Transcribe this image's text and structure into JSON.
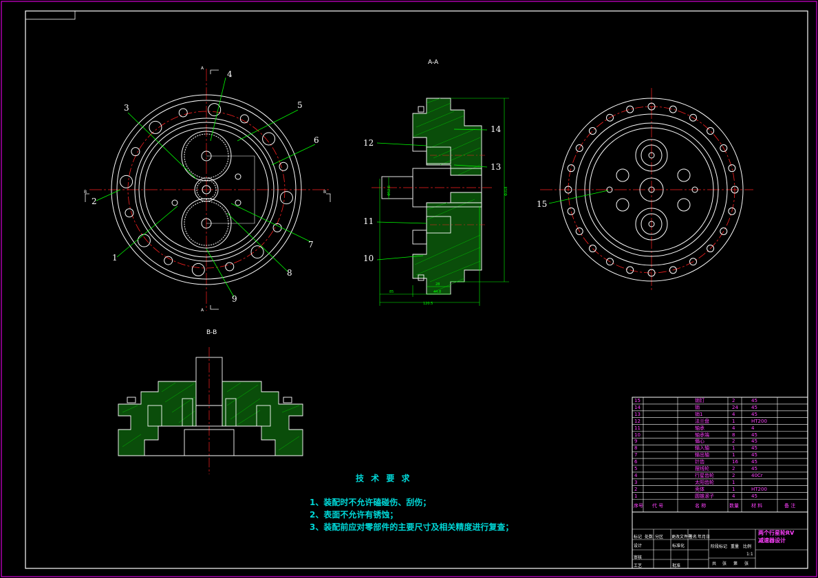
{
  "balloons": [
    "1",
    "2",
    "3",
    "4",
    "5",
    "6",
    "7",
    "8",
    "9",
    "10",
    "11",
    "12",
    "13",
    "14",
    "15"
  ],
  "view_labels": {
    "section_aa": "A-A",
    "section_bb": "B-B",
    "mark_a": "A",
    "mark_b": "B"
  },
  "requirements": {
    "title": "技 术 要 求",
    "items": [
      "1、装配时不允许磕碰伤、刮伤；",
      "2、表面不允许有锈蚀；",
      "3、装配前应对零部件的主要尺寸及相关精度进行复查；"
    ]
  },
  "bom": {
    "rows": [
      {
        "no": "15",
        "name": "销钉",
        "qty": "2",
        "material": "45"
      },
      {
        "no": "14",
        "name": "销",
        "qty": "24",
        "material": "45"
      },
      {
        "no": "13",
        "name": "销1",
        "qty": "4",
        "material": "45"
      },
      {
        "no": "12",
        "name": "法兰盘",
        "qty": "1",
        "material": "HT200"
      },
      {
        "no": "11",
        "name": "轴承",
        "qty": "4",
        "material": "4"
      },
      {
        "no": "10",
        "name": "轴承端",
        "qty": "8",
        "material": "45"
      },
      {
        "no": "9",
        "name": "偏心",
        "qty": "2",
        "material": "45"
      },
      {
        "no": "8",
        "name": "输入轴",
        "qty": "1",
        "material": "45"
      },
      {
        "no": "7",
        "name": "输出轴",
        "qty": "1",
        "material": "45"
      },
      {
        "no": "6",
        "name": "针齿",
        "qty": "16",
        "material": "45"
      },
      {
        "no": "5",
        "name": "摆线轮",
        "qty": "2",
        "material": "45"
      },
      {
        "no": "4",
        "name": "行星齿轮",
        "qty": "2",
        "material": "40Cr"
      },
      {
        "no": "3",
        "name": "太阳齿轮",
        "qty": "1",
        "material": ""
      },
      {
        "no": "2",
        "name": "壳体",
        "qty": "1",
        "material": "HT200"
      },
      {
        "no": "1",
        "name": "圆锥滚子",
        "qty": "4",
        "material": "45"
      }
    ],
    "header": {
      "no": "序号",
      "code": "代 号",
      "name": "名 称",
      "qty": "数量",
      "material": "材 料",
      "note": "备 注"
    }
  },
  "title_block": {
    "title_line1": "两个行星轮RV",
    "title_line2": "减速器设计",
    "labels": [
      "标记",
      "处数",
      "分区",
      "更改文件号",
      "签名",
      "年月日",
      "设计",
      "标准化",
      "审核",
      "工艺",
      "批准",
      "阶段标记",
      "重量",
      "比例",
      "共",
      "张",
      "第",
      "张"
    ],
    "scale": "1:1"
  },
  "colors": {
    "outline": "#ffffff",
    "frame": "#ff00ff",
    "center_line": "#ff2020",
    "leader": "#00ff00",
    "hatch": "#00c000",
    "dimension": "#00ff00",
    "text_cyan": "#00d7d7",
    "bom_text": "#ff40ff"
  }
}
